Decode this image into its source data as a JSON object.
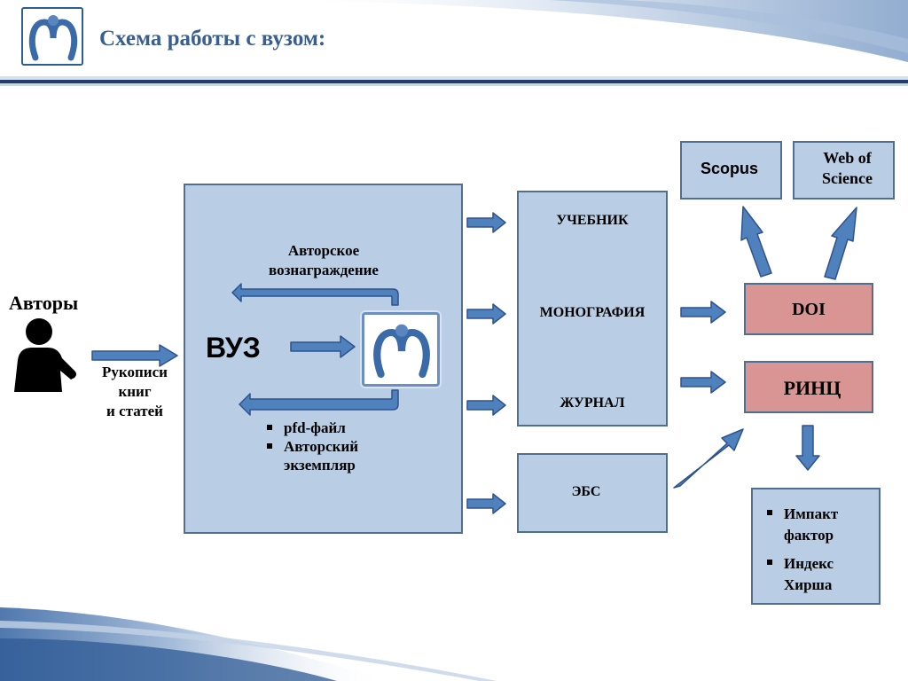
{
  "header": {
    "title": "Схема работы с вузом:",
    "logo_icon": "university-m-logo-icon"
  },
  "authors": {
    "label": "Авторы",
    "icon": "person-icon",
    "manuscripts_line1": "Рукописи",
    "manuscripts_line2": "книг",
    "manuscripts_line3": "и статей"
  },
  "university": {
    "label": "ВУЗ",
    "reward_line1": "Авторское",
    "reward_line2": "вознаграждение",
    "bullets": [
      "pfd-файл",
      "Авторский",
      "экземпляр"
    ]
  },
  "publications": {
    "items": [
      "УЧЕБНИК",
      "МОНОГРАФИЯ",
      "ЖУРНАЛ"
    ],
    "ebs": "ЭБС"
  },
  "indexes": {
    "doi": "DOI",
    "rinc": "РИНЦ",
    "scopus": "Scopus",
    "wos_line1": "Web of",
    "wos_line2": "Science"
  },
  "metrics": {
    "items": [
      {
        "line1": "Импакт",
        "line2": "фактор"
      },
      {
        "line1": "Индекс",
        "line2": "Хирша"
      }
    ]
  },
  "colors": {
    "title": "#3a5f8f",
    "box_fill": "#b9cde5",
    "box_border": "#4f6e92",
    "pink_fill": "#d99594",
    "arrow_fill": "#4f81bd",
    "arrow_stroke": "#2f528f"
  }
}
